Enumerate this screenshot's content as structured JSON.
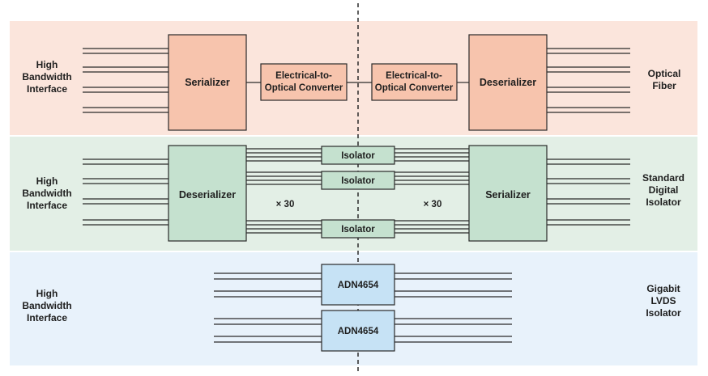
{
  "colors": {
    "band_optical": "#fbe5dc",
    "band_digital": "#e3efe6",
    "band_lvds": "#e8f2fb",
    "box_optical": "#f7c4ad",
    "box_digital": "#c5e1cf",
    "box_lvds": "#c6e2f5",
    "line": "#2a2a2a"
  },
  "rows": [
    {
      "left_label": [
        "High",
        "Bandwidth",
        "Interface"
      ],
      "right_label": [
        "Optical",
        "Fiber"
      ],
      "left_block": "Serializer",
      "left_converter": [
        "Electrical-to-",
        "Optical Converter"
      ],
      "right_converter": [
        "Electrical-to-",
        "Optical Converter"
      ],
      "right_block": "Deserializer"
    },
    {
      "left_label": [
        "High",
        "Bandwidth",
        "Interface"
      ],
      "right_label": [
        "Standard",
        "Digital",
        "Isolator"
      ],
      "left_block": "Deserializer",
      "right_block": "Serializer",
      "isolators": [
        "Isolator",
        "Isolator",
        "Isolator"
      ],
      "multiplier_left": "× 30",
      "multiplier_right": "× 30"
    },
    {
      "left_label": [
        "High",
        "Bandwidth",
        "Interface"
      ],
      "right_label": [
        "Gigabit",
        "LVDS",
        "Isolator"
      ],
      "chips": [
        "ADN4654",
        "ADN4654"
      ]
    }
  ]
}
